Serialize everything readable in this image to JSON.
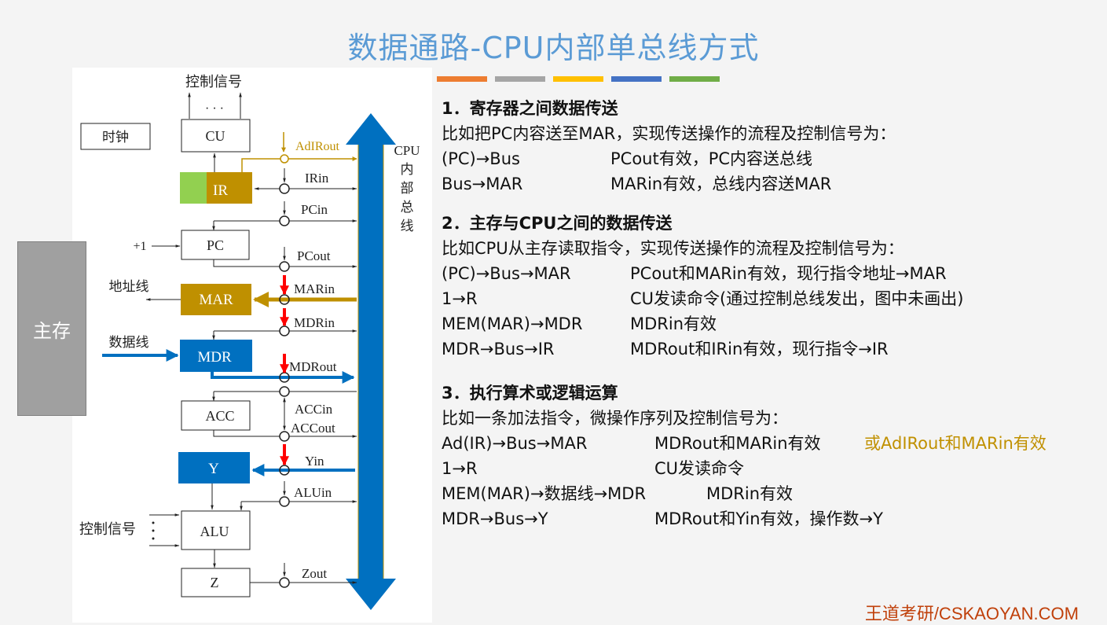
{
  "slide": {
    "title": "数据通路-CPU内部单总线方式",
    "accent_bars": [
      "#ed7d31",
      "#a5a5a5",
      "#ffc000",
      "#4472c4",
      "#70ad47"
    ],
    "footer": "王道考研/CSKAOYAN.COM"
  },
  "diagram": {
    "main_memory": "主存",
    "clock": "时钟",
    "control_signals_top": "控制信号",
    "control_signals_left": "控制信号",
    "ellipsis": "· · ·",
    "address_line": "地址线",
    "data_line": "数据线",
    "plus_one": "+1",
    "bus_label": [
      "CPU",
      "内",
      "部",
      "总",
      "线"
    ],
    "registers": {
      "cu": "CU",
      "ir": "IR",
      "pc": "PC",
      "mar": "MAR",
      "mdr": "MDR",
      "acc": "ACC",
      "y": "Y",
      "alu": "ALU",
      "z": "Z"
    },
    "signals": {
      "adirout": "AdIRout",
      "irin": "IRin",
      "pcin": "PCin",
      "pcout": "PCout",
      "marin": "MARin",
      "mdrin": "MDRin",
      "mdrout": "MDRout",
      "accin": "ACCin",
      "accout": "ACCout",
      "yin": "Yin",
      "aluin": "ALUin",
      "zout": "Zout"
    },
    "colors": {
      "bus": "#0070c0",
      "gold": "#bf9000",
      "green": "#92d050",
      "red": "#ff0000",
      "memory": "#a0a0a0"
    }
  },
  "sections": [
    {
      "heading": "1．寄存器之间数据传送",
      "intro": "比如把PC内容送至MAR，实现传送操作的流程及控制信号为：",
      "rows": [
        {
          "op": "(PC)→Bus",
          "desc": "PCout有效，PC内容送总线"
        },
        {
          "op": "Bus→MAR",
          "desc": "MARin有效，总线内容送MAR"
        }
      ]
    },
    {
      "heading": "2．主存与CPU之间的数据传送",
      "intro": "比如CPU从主存读取指令，实现传送操作的流程及控制信号为：",
      "rows": [
        {
          "op": "(PC)→Bus→MAR",
          "desc": "PCout和MARin有效，现行指令地址→MAR"
        },
        {
          "op": "1→R",
          "desc": "CU发读命令(通过控制总线发出，图中未画出)"
        },
        {
          "op": "MEM(MAR)→MDR",
          "desc": "MDRin有效"
        },
        {
          "op": "MDR→Bus→IR",
          "desc": "MDRout和IRin有效，现行指令→IR"
        }
      ]
    },
    {
      "heading": "3．执行算术或逻辑运算",
      "intro": "比如一条加法指令，微操作序列及控制信号为：",
      "rows": [
        {
          "op": "Ad(IR)→Bus→MAR",
          "desc": "MDRout和MARin有效",
          "note": "或AdIRout和MARin有效"
        },
        {
          "op": "1→R",
          "desc": "CU发读命令"
        },
        {
          "op": "MEM(MAR)→数据线→MDR",
          "desc": "MDRin有效"
        },
        {
          "op": "MDR→Bus→Y",
          "desc": "MDRout和Yin有效，操作数→Y"
        }
      ]
    }
  ]
}
